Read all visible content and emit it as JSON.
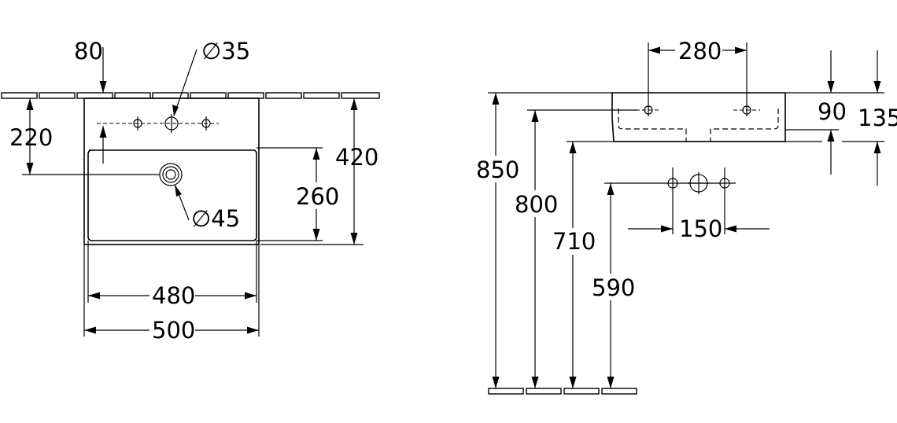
{
  "plan_view": {
    "dims": {
      "tap_offset": "80",
      "tap_hole": "∅35",
      "drain_from_wall": "220",
      "total_depth": "420",
      "bowl_depth": "260",
      "drain_hole": "∅45",
      "bowl_width": "480",
      "total_width": "500"
    }
  },
  "side_view": {
    "dims": {
      "hole_spacing": "280",
      "rim_height": "90",
      "bowl_height": "135",
      "top_height": "850",
      "tap_height": "800",
      "bottom_height": "710",
      "supply_height": "590",
      "supply_spacing": "150"
    }
  }
}
